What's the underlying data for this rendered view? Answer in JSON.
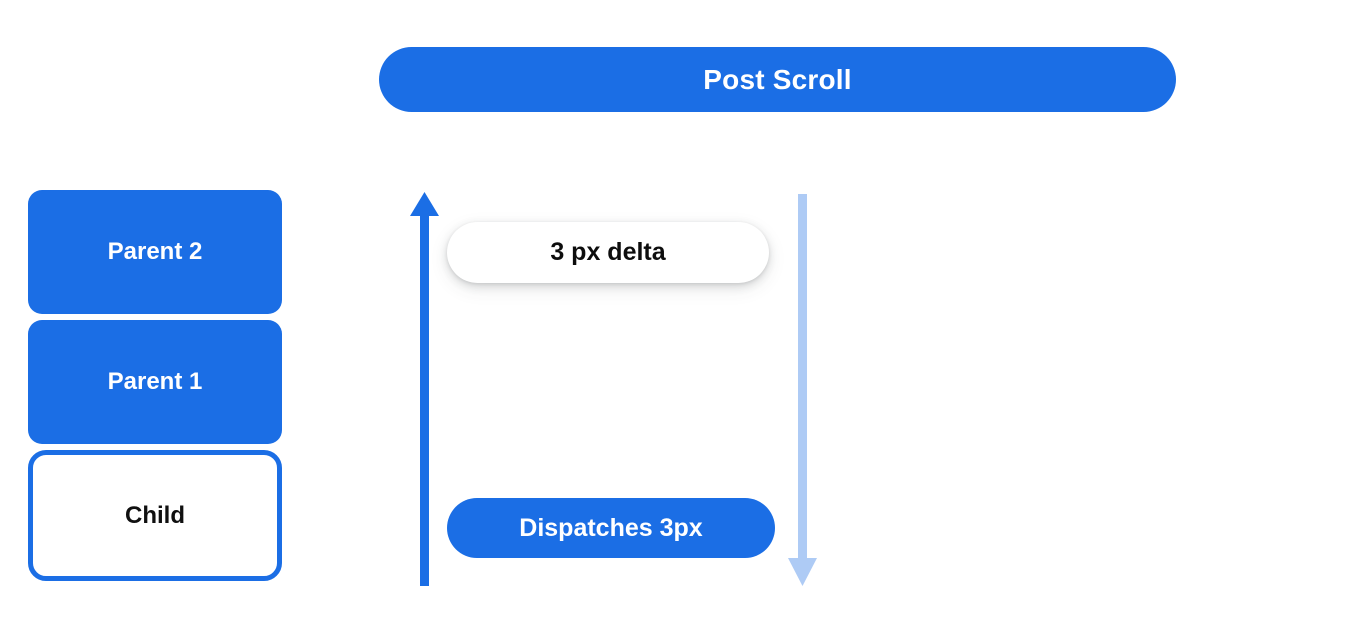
{
  "diagram": {
    "title": "Post Scroll",
    "colors": {
      "primary_blue": "#1b6ee5",
      "light_blue": "#aecbf5",
      "box_text_light": "#ffffff",
      "box_text_dark": "#101010",
      "background": "#ffffff"
    },
    "header": {
      "label": "Post Scroll"
    },
    "nodes": [
      {
        "label": "Parent 2",
        "style": "filled"
      },
      {
        "label": "Parent 1",
        "style": "filled"
      },
      {
        "label": "Child",
        "style": "outlined"
      }
    ],
    "arrows": [
      {
        "name": "scroll-up-arrow",
        "direction": "up",
        "color": "#1b6ee5"
      },
      {
        "name": "scroll-down-arrow",
        "direction": "down",
        "color": "#aecbf5"
      }
    ],
    "annotations": [
      {
        "label": "3 px delta",
        "style": "white-pill"
      },
      {
        "label": "Dispatches 3px",
        "style": "blue-pill"
      }
    ]
  }
}
